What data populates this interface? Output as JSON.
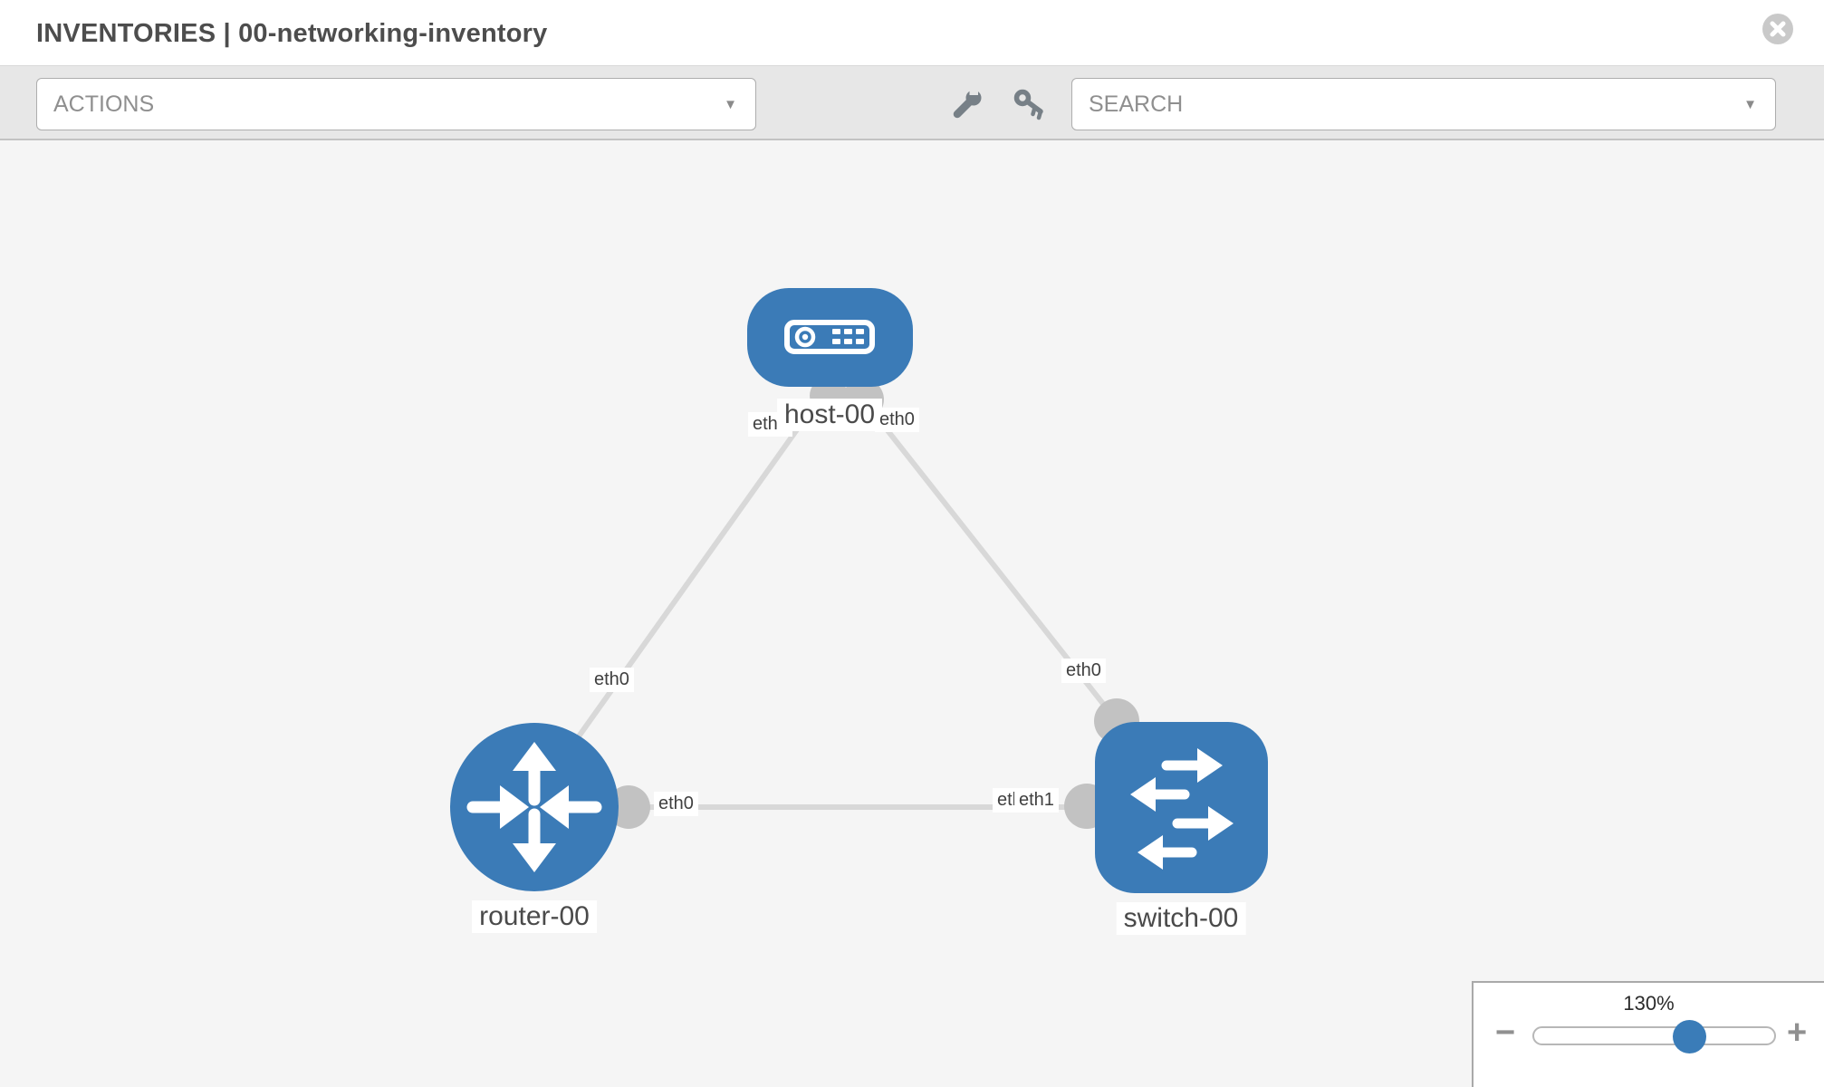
{
  "header": {
    "title": "INVENTORIES | 00-networking-inventory"
  },
  "toolbar": {
    "actions_placeholder": "ACTIONS",
    "search_placeholder": "SEARCH",
    "caret": "▼"
  },
  "zoom_control": {
    "level_label": "130%",
    "minus_label": "−",
    "plus_label": "+",
    "percent": 130
  },
  "topology": {
    "nodes": [
      {
        "id": "host-00",
        "type": "host",
        "label": "host-00"
      },
      {
        "id": "router-00",
        "type": "router",
        "label": "router-00"
      },
      {
        "id": "switch-00",
        "type": "switch",
        "label": "switch-00"
      }
    ],
    "links": [
      {
        "from": "host-00",
        "to": "router-00",
        "from_interface": "eth0",
        "to_interface": "eth0"
      },
      {
        "from": "host-00",
        "to": "switch-00",
        "from_interface": "eth0",
        "to_interface": "eth0"
      },
      {
        "from": "router-00",
        "to": "switch-00",
        "from_interface": "eth0",
        "to_interface": "eth1"
      }
    ],
    "interface_labels": [
      {
        "text": "eth0",
        "end": "host-00 left"
      },
      {
        "text": "eth0",
        "end": "host-00 right"
      },
      {
        "text": "eth0",
        "end": "router-00 uplink"
      },
      {
        "text": "eth0",
        "end": "switch-00 uplink"
      },
      {
        "text": "eth0",
        "end": "router-00 lan"
      },
      {
        "text": "eth0",
        "end": "switch-00 lan (partially covered)"
      },
      {
        "text": "eth1",
        "end": "switch-00 lan"
      }
    ],
    "colors": {
      "node_blue": "#3b7bb7",
      "link_gray": "#d8d8d8",
      "connector_gray": "#c2c2c2"
    }
  }
}
